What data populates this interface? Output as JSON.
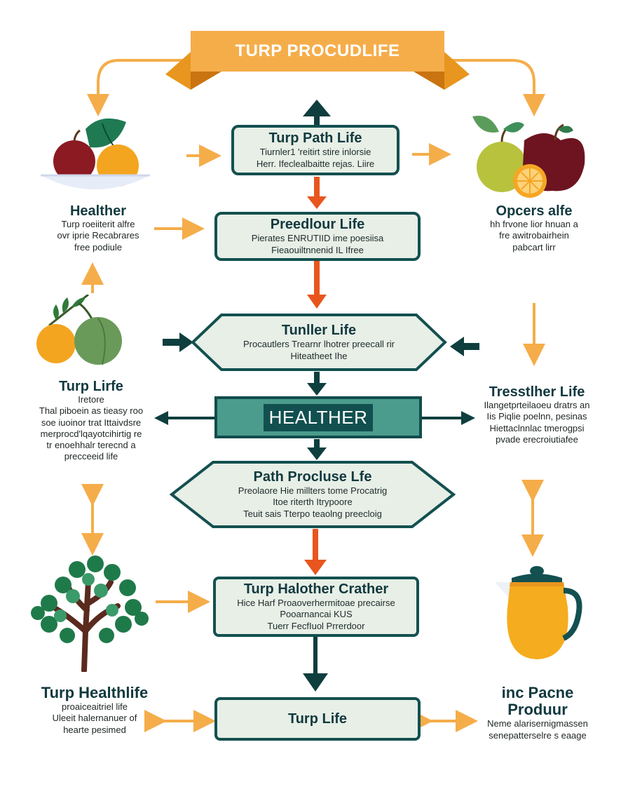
{
  "banner": {
    "title": "TURP PROCUDLIFE"
  },
  "boxes": [
    {
      "title": "Turp Path Life",
      "lines": [
        "Tiurnler1 'reitirt stire inlorsie",
        "Herr. Ifeclealbaitte rejas. Liire"
      ]
    },
    {
      "title": "Preedlour Life",
      "lines": [
        "Pierates ENRUTIID ime poesiisa",
        "Fieaouiltnnenid IL Ifree"
      ]
    },
    {
      "title": "Tunller Life",
      "lines": [
        "Procautlers Trearnr lhotrer preecall rir",
        "Hiteatheet Ihe"
      ]
    },
    {
      "title": "HEALTHER",
      "lines": []
    },
    {
      "title": "Path Procluse Lfe",
      "lines": [
        "Preolaore Hie millters tome Procatrig",
        "Itoe riterth Itrypoore",
        "Teuit sais Tterpo teaolng preecloig"
      ]
    },
    {
      "title": "Turp Halother Crather",
      "lines": [
        "Hice Harf Proaoverhermitoae precairse",
        "Pooarnancai KUS",
        "Tuerr FecfIuol  Prrerdoor"
      ]
    },
    {
      "title": "Turp Life",
      "lines": []
    }
  ],
  "sides": [
    {
      "title": "Healther",
      "lines": [
        "Turp roeiiterit alfre",
        "ovr iprie Recabrares",
        "free podiule"
      ]
    },
    {
      "title": "Opcers alfe",
      "lines": [
        "hh frvone lior hnuan a",
        "fre awitrobairhein",
        "pabcart lirr"
      ]
    },
    {
      "title": "Turp Lirfe",
      "lines": [
        "Iretore",
        "Thal piboein as tieasy roo",
        "soe iuoinor trat Ittaivdsre",
        "merprocd'lqayotcihirtig re",
        "tr enoehhalr terecnd a",
        "precceeid life"
      ]
    },
    {
      "title": "Tresstlher Life",
      "lines": [
        "Ilangetprteilaoeu dratrs an",
        "Iis Piqlie poelnn, pesinas",
        "Hiettaclnnlac tmerogpsi",
        "pvade erecroiutiafee"
      ]
    },
    {
      "title": "Turp Healthlife",
      "lines": [
        "proaiceaitriel life",
        "Uleeit halernanuer of",
        "hearte pesimed"
      ]
    },
    {
      "title": "inc Pacne Produur",
      "lines": [
        "Neme alarisernigmassen",
        "senepatterselre s eaage"
      ]
    }
  ],
  "colors": {
    "teal_dark": "#145050",
    "box_fill": "#e7efe6",
    "accent_orange": "#f5ad4a",
    "arrow_red": "#e8561e",
    "arrow_dark": "#0f3e3e"
  },
  "icons": [
    "fruit-bowl-icon",
    "apple-lemon-icon",
    "fruit-branch-icon",
    "tree-icon",
    "juice-pitcher-icon"
  ]
}
